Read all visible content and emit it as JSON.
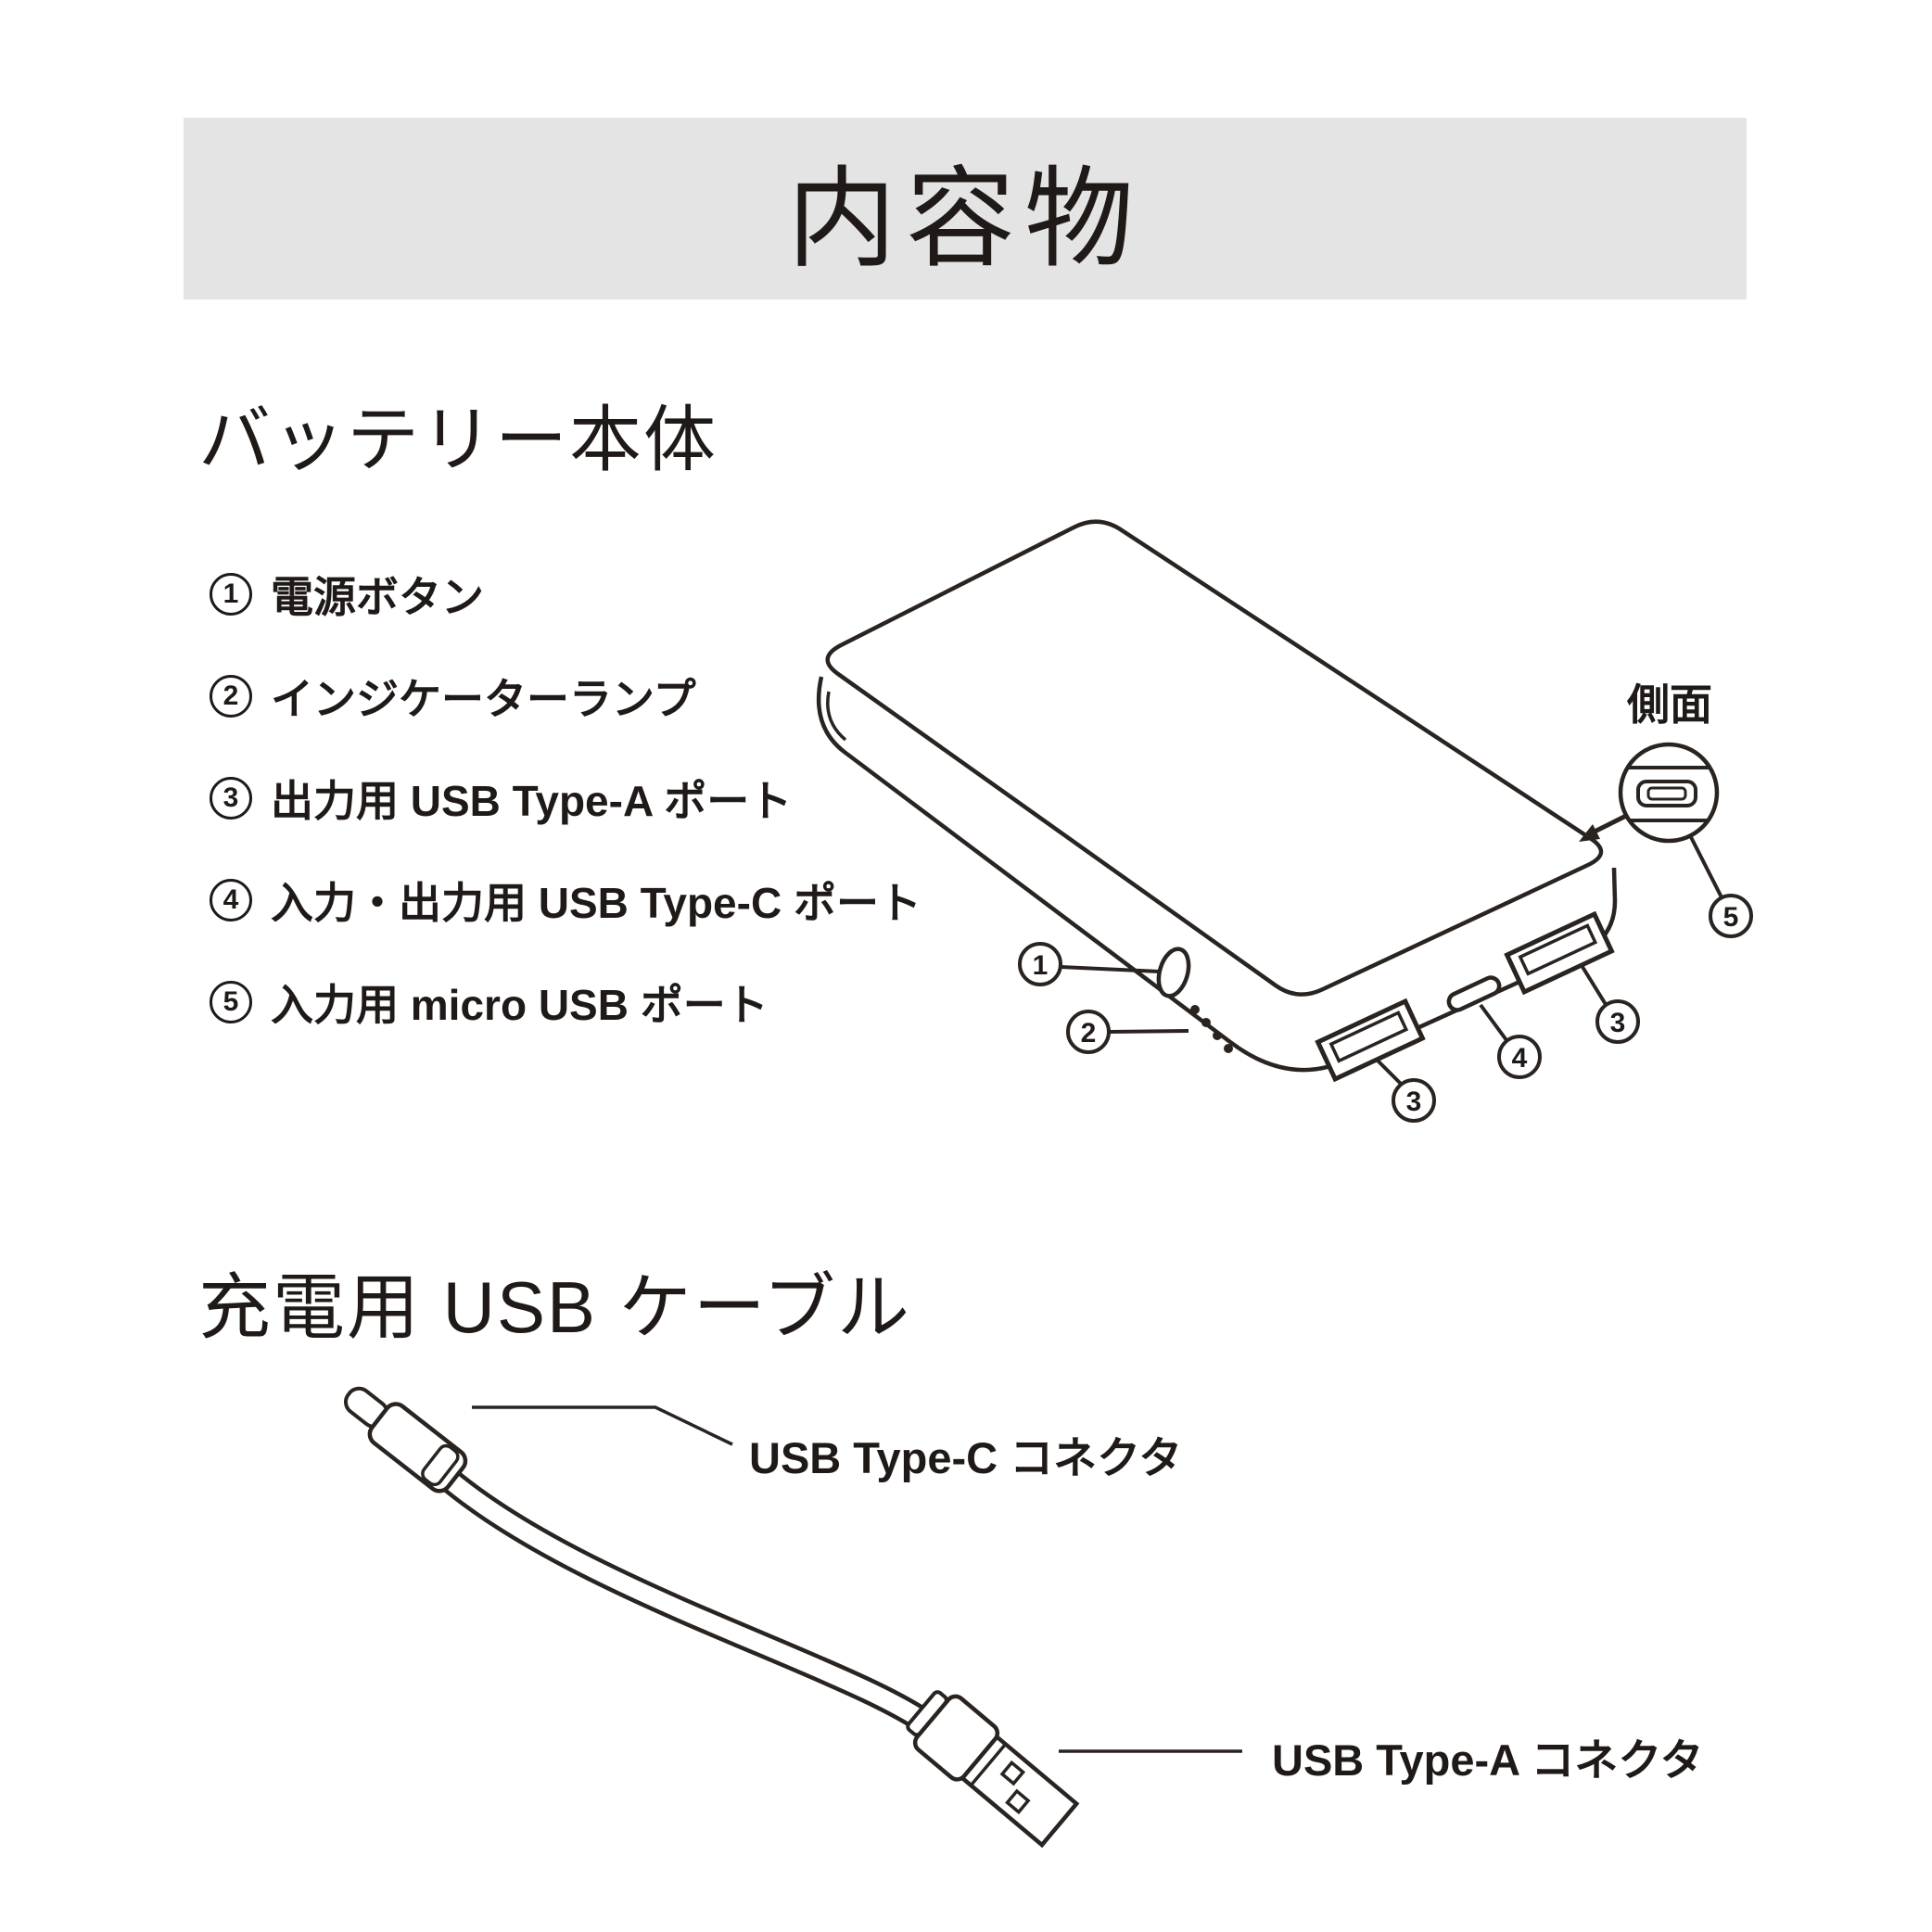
{
  "page": {
    "title": "内容物"
  },
  "battery_section": {
    "heading": "バッテリー本体",
    "items": [
      {
        "num": "1",
        "label": "電源ボタン"
      },
      {
        "num": "2",
        "label": "インジケーターランプ"
      },
      {
        "num": "3",
        "label": "出力用 USB Type-A ポート"
      },
      {
        "num": "4",
        "label": "入力・出力用 USB Type-C ポート"
      },
      {
        "num": "5",
        "label": "入力用 micro USB ポート"
      }
    ],
    "diagram": {
      "side_view_label": "側面",
      "callouts": {
        "power_button": "1",
        "indicator_lamp": "2",
        "usb_a_bottom": "3",
        "usb_c": "4",
        "usb_a_right": "3",
        "micro_usb": "5"
      }
    }
  },
  "cable_section": {
    "heading": "充電用 USB ケーブル",
    "labels": {
      "type_c": "USB Type-C コネクタ",
      "type_a": "USB Type-A コネクタ"
    }
  },
  "colors": {
    "ink": "#1f1a17",
    "line": "#2a2421",
    "banner_bg": "#e4e4e4",
    "background": "#ffffff"
  }
}
